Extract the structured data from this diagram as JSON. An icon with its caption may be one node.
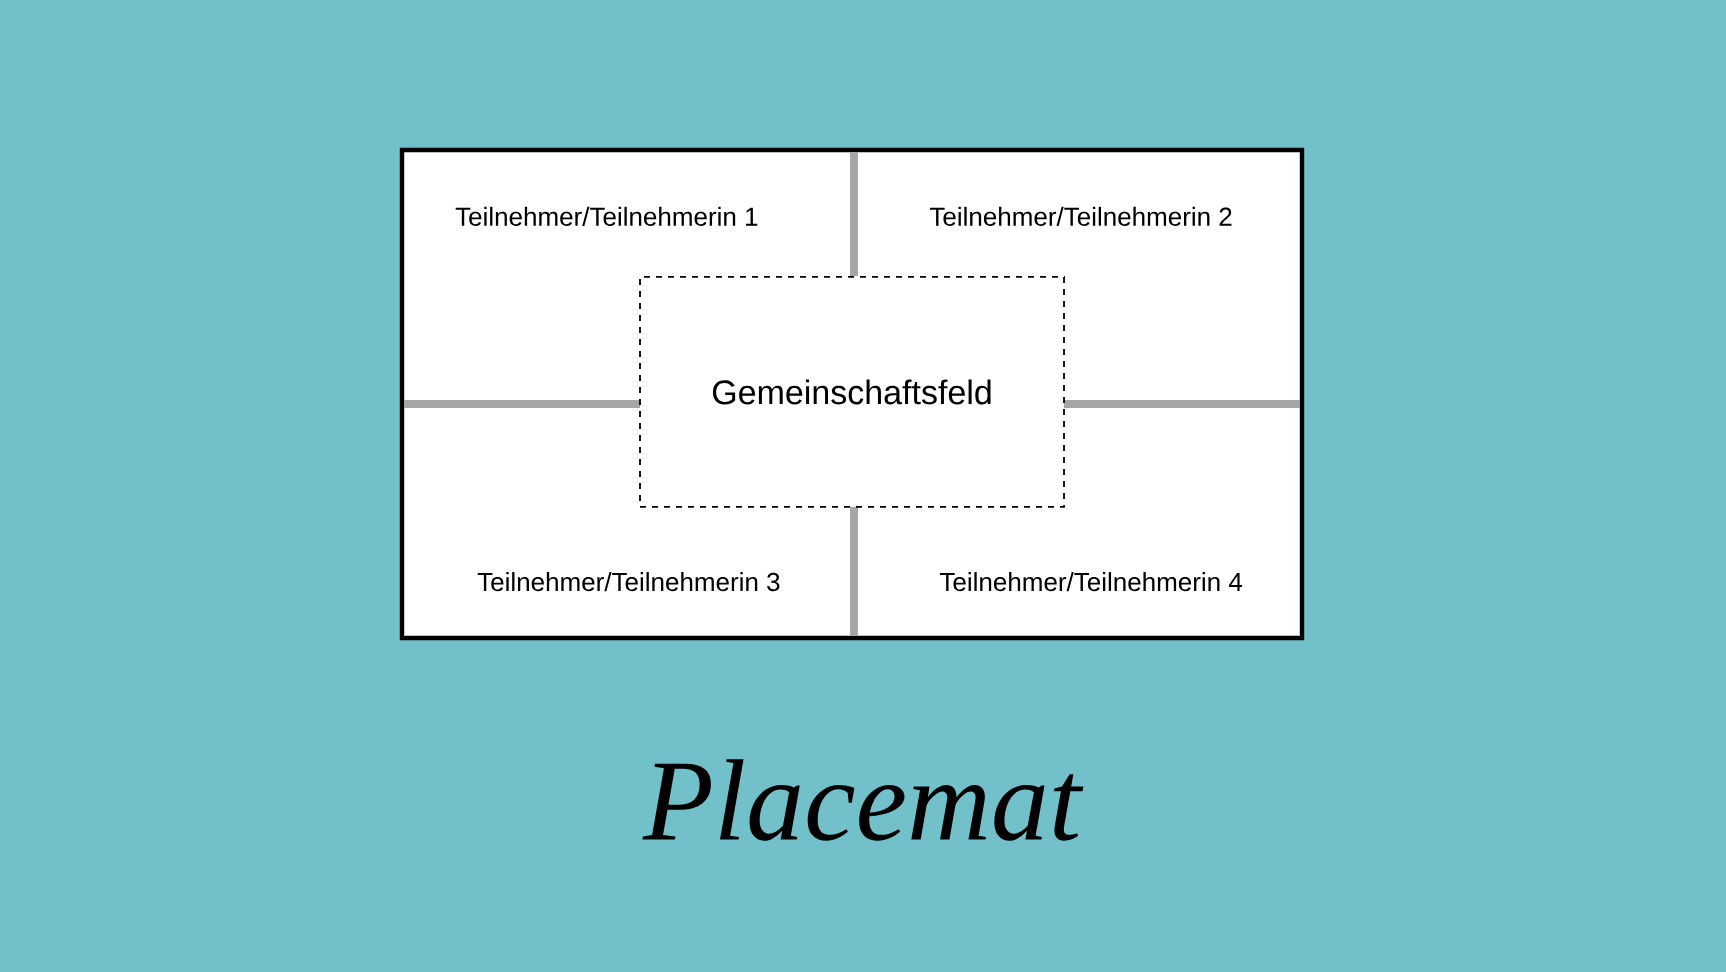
{
  "diagram": {
    "title": "Placemat",
    "nodes": [
      {
        "text": [],
        "shape": "box"
      },
      {
        "text": [
          "Teilnehmer/Teilnehmerin 1"
        ],
        "in": 0
      },
      {
        "text": [
          "Teilnehmer/Teilnehmerin 2"
        ],
        "in": 0
      },
      {
        "text": [
          "Gemeinschaftsfeld"
        ],
        "in": 0
      },
      {
        "text": [
          "Teilnehmer/Teilnehmerin 3"
        ],
        "in": 0
      },
      {
        "text": [
          "Teilnehmer/Teilnehmerin 4"
        ],
        "in": 0
      }
    ],
    "edges": []
  }
}
